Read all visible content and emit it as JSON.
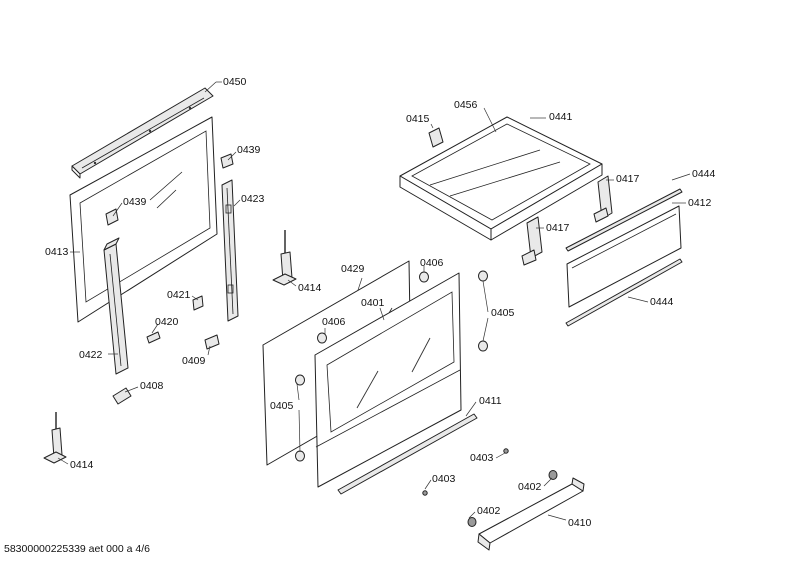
{
  "diagram": {
    "part_labels": [
      {
        "id": "0450",
        "text": "0450"
      },
      {
        "id": "0439a",
        "text": "0439"
      },
      {
        "id": "0439b",
        "text": "0439"
      },
      {
        "id": "0423",
        "text": "0423"
      },
      {
        "id": "0413",
        "text": "0413"
      },
      {
        "id": "0421",
        "text": "0421"
      },
      {
        "id": "0420",
        "text": "0420"
      },
      {
        "id": "0409",
        "text": "0409"
      },
      {
        "id": "0422",
        "text": "0422"
      },
      {
        "id": "0408",
        "text": "0408"
      },
      {
        "id": "0414a",
        "text": "0414"
      },
      {
        "id": "0414b",
        "text": "0414"
      },
      {
        "id": "0429",
        "text": "0429"
      },
      {
        "id": "0406a",
        "text": "0406"
      },
      {
        "id": "0406b",
        "text": "0406"
      },
      {
        "id": "0401",
        "text": "0401"
      },
      {
        "id": "0405a",
        "text": "0405"
      },
      {
        "id": "0405b",
        "text": "0405"
      },
      {
        "id": "0411",
        "text": "0411"
      },
      {
        "id": "0403a",
        "text": "0403"
      },
      {
        "id": "0403b",
        "text": "0403"
      },
      {
        "id": "0402a",
        "text": "0402"
      },
      {
        "id": "0402b",
        "text": "0402"
      },
      {
        "id": "0410",
        "text": "0410"
      },
      {
        "id": "0415",
        "text": "0415"
      },
      {
        "id": "0456",
        "text": "0456"
      },
      {
        "id": "0441",
        "text": "0441"
      },
      {
        "id": "0417a",
        "text": "0417"
      },
      {
        "id": "0417b",
        "text": "0417"
      },
      {
        "id": "0444a",
        "text": "0444"
      },
      {
        "id": "0444b",
        "text": "0444"
      },
      {
        "id": "0412",
        "text": "0412"
      }
    ],
    "footer": "58300000225339 aet 000 a 4/6"
  }
}
